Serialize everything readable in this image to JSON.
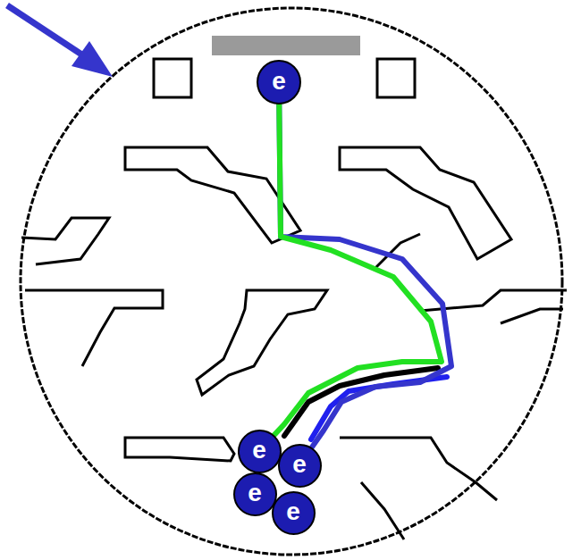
{
  "diagram": {
    "nodes": [
      {
        "text": [
          "e"
        ]
      },
      {
        "text": [
          "e"
        ]
      },
      {
        "text": [
          "e"
        ]
      },
      {
        "text": [
          "e"
        ]
      },
      {
        "text": [
          "e"
        ]
      }
    ],
    "edges": [
      {
        "from": 0,
        "to": 2,
        "arrow": "none"
      },
      {
        "from": 0,
        "to": 1,
        "arrow": "none"
      }
    ]
  }
}
